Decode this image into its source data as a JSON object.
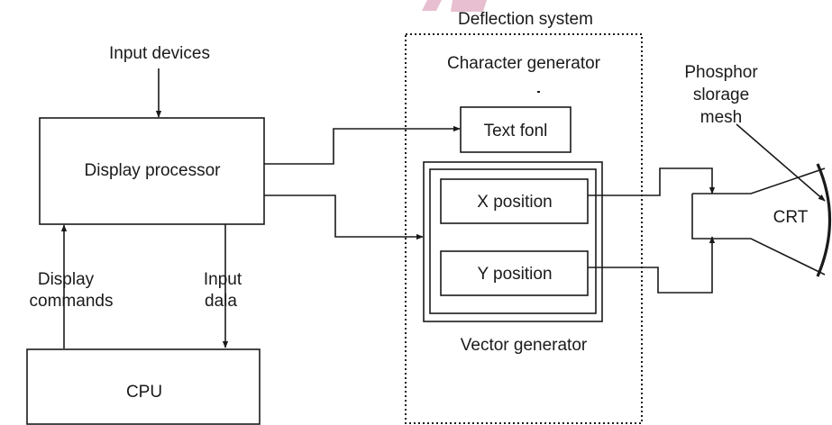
{
  "labels": {
    "deflection_system": "Deflection system",
    "character_generator": "Character generator",
    "input_devices": "Input devices",
    "display_processor": "Display processor",
    "text_font": "Text fonl",
    "x_position": "X position",
    "y_position": "Y position",
    "vector_generator": "Vector generator",
    "phosphor_line1": "Phosphor",
    "phosphor_line2": "slorage",
    "phosphor_line3": "mesh",
    "crt": "CRT",
    "display_commands_line1": "Display",
    "display_commands_line2": "commands",
    "input_data_line1": "Input",
    "input_data_line2": "dala",
    "cpu": "CPU"
  },
  "colors": {
    "ink": "#1a1a1a",
    "watermark": "#e7bfd0",
    "background": "#ffffff"
  }
}
